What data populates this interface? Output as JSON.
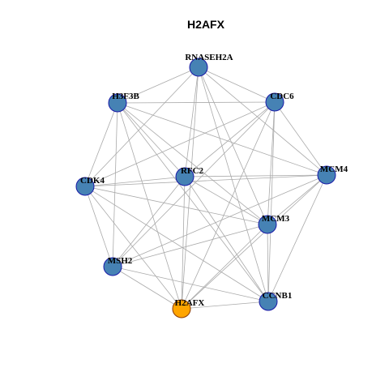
{
  "title": "H2AFX",
  "colors": {
    "node_fill": "#4682b4",
    "node_stroke": "#1a1aa8",
    "highlight_fill": "#ffa500",
    "highlight_stroke": "#8b3a00",
    "edge": "#aaaaaa"
  },
  "nodes": [
    {
      "id": "RNASEH2A",
      "label": "RNASEH2A",
      "highlight": false
    },
    {
      "id": "CDC6",
      "label": "CDC6",
      "highlight": false
    },
    {
      "id": "MCM4",
      "label": "MCM4",
      "highlight": false
    },
    {
      "id": "MCM3",
      "label": "MCM3",
      "highlight": false
    },
    {
      "id": "CCNB1",
      "label": "CCNB1",
      "highlight": false
    },
    {
      "id": "H2AFX",
      "label": "H2AFX",
      "highlight": true
    },
    {
      "id": "MSH2",
      "label": "MSH2",
      "highlight": false
    },
    {
      "id": "CDK4",
      "label": "CDK4",
      "highlight": false
    },
    {
      "id": "H3F3B",
      "label": "H3F3B",
      "highlight": false
    },
    {
      "id": "RFC2",
      "label": "RFC2",
      "highlight": false
    }
  ],
  "edges": [
    [
      "RNASEH2A",
      "H3F3B"
    ],
    [
      "RNASEH2A",
      "CDC6"
    ],
    [
      "RNASEH2A",
      "MCM4"
    ],
    [
      "RNASEH2A",
      "RFC2"
    ],
    [
      "RNASEH2A",
      "MCM3"
    ],
    [
      "RNASEH2A",
      "CCNB1"
    ],
    [
      "RNASEH2A",
      "H2AFX"
    ],
    [
      "RNASEH2A",
      "CDK4"
    ],
    [
      "H3F3B",
      "CDC6"
    ],
    [
      "H3F3B",
      "RFC2"
    ],
    [
      "H3F3B",
      "MCM4"
    ],
    [
      "H3F3B",
      "MCM3"
    ],
    [
      "H3F3B",
      "CCNB1"
    ],
    [
      "H3F3B",
      "H2AFX"
    ],
    [
      "H3F3B",
      "MSH2"
    ],
    [
      "H3F3B",
      "CDK4"
    ],
    [
      "CDC6",
      "RFC2"
    ],
    [
      "CDC6",
      "MCM4"
    ],
    [
      "CDC6",
      "MCM3"
    ],
    [
      "CDC6",
      "CCNB1"
    ],
    [
      "CDC6",
      "H2AFX"
    ],
    [
      "CDC6",
      "MSH2"
    ],
    [
      "CDC6",
      "CDK4"
    ],
    [
      "CDK4",
      "RFC2"
    ],
    [
      "CDK4",
      "MCM4"
    ],
    [
      "CDK4",
      "MCM3"
    ],
    [
      "CDK4",
      "CCNB1"
    ],
    [
      "CDK4",
      "H2AFX"
    ],
    [
      "CDK4",
      "MSH2"
    ],
    [
      "RFC2",
      "MCM4"
    ],
    [
      "RFC2",
      "MCM3"
    ],
    [
      "RFC2",
      "CCNB1"
    ],
    [
      "RFC2",
      "H2AFX"
    ],
    [
      "RFC2",
      "MSH2"
    ],
    [
      "MCM4",
      "MCM3"
    ],
    [
      "MCM4",
      "CCNB1"
    ],
    [
      "MCM4",
      "H2AFX"
    ],
    [
      "MCM4",
      "MSH2"
    ],
    [
      "MCM3",
      "CCNB1"
    ],
    [
      "MCM3",
      "H2AFX"
    ],
    [
      "MCM3",
      "MSH2"
    ],
    [
      "MSH2",
      "H2AFX"
    ],
    [
      "MSH2",
      "CCNB1"
    ],
    [
      "H2AFX",
      "CCNB1"
    ]
  ]
}
